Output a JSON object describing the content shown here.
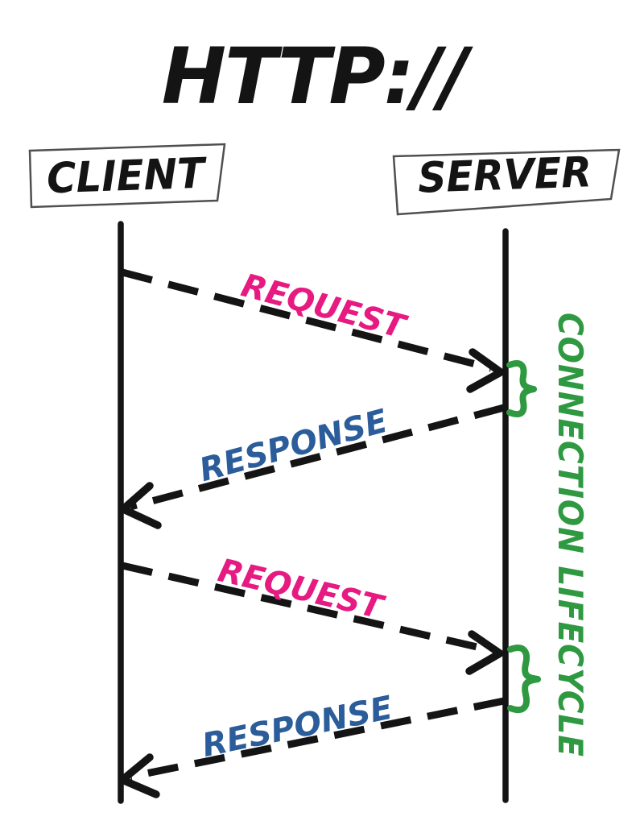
{
  "title": "HTTP://",
  "actors": {
    "client": "CLIENT",
    "server": "SERVER"
  },
  "messages": [
    {
      "label": "REQUEST",
      "direction": "client-to-server"
    },
    {
      "label": "RESPONSE",
      "direction": "server-to-client"
    },
    {
      "label": "REQUEST",
      "direction": "client-to-server"
    },
    {
      "label": "RESPONSE",
      "direction": "server-to-client"
    }
  ],
  "annotation": {
    "label": "CONNECTION LIFECYCLE"
  },
  "colors": {
    "ink": "#141414",
    "request": "#e61a80",
    "response": "#2b5d9b",
    "lifecycle": "#2f9941",
    "box_border": "#4f4f4f",
    "background": "#ffffff"
  }
}
